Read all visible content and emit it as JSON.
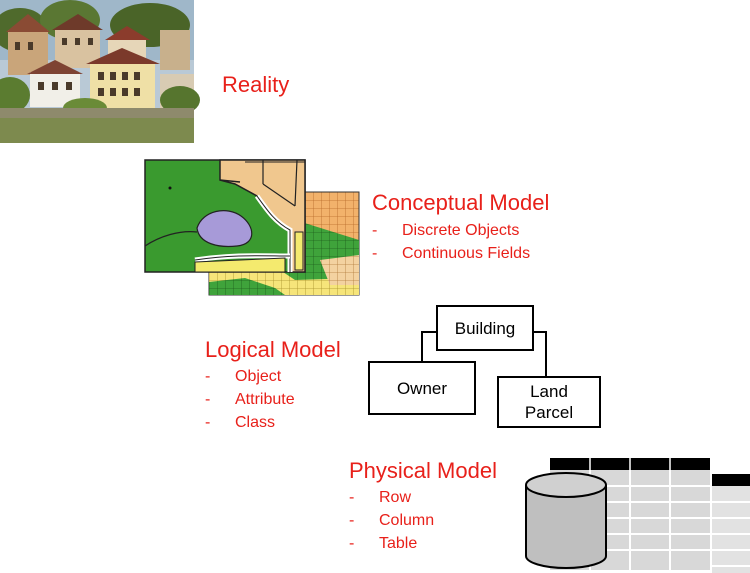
{
  "reality": {
    "title": "Reality"
  },
  "conceptual": {
    "title": "Conceptual Model",
    "bullets": [
      "Discrete Objects",
      "Continuous Fields"
    ]
  },
  "logical": {
    "title": "Logical Model",
    "bullets": [
      "Object",
      "Attribute",
      "Class"
    ],
    "boxes": {
      "building": "Building",
      "owner": "Owner",
      "parcel_line1": "Land",
      "parcel_line2": "Parcel"
    }
  },
  "physical": {
    "title": "Physical Model",
    "bullets": [
      "Row",
      "Column",
      "Table"
    ]
  },
  "bullet_marker": "-",
  "colors": {
    "accent": "#e8201a"
  }
}
